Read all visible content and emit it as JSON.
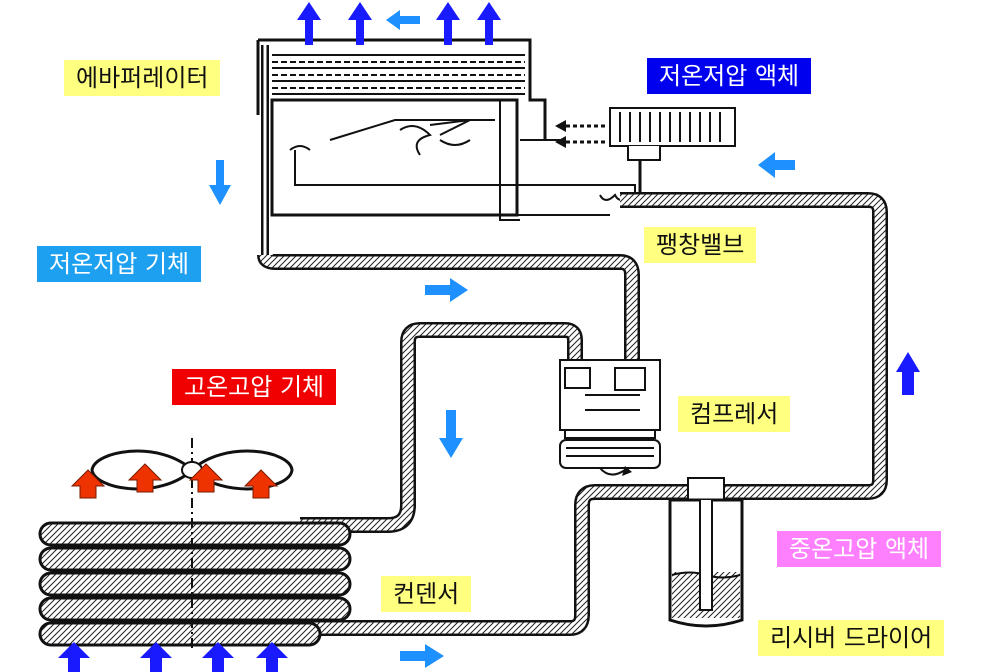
{
  "labels": {
    "evaporator": "에바퍼레이터",
    "low_temp_low_pressure_liquid": "저온저압 액체",
    "low_temp_low_pressure_gas": "저온저압 기체",
    "expansion_valve": "팽창밸브",
    "high_temp_high_pressure_gas": "고온고압 기체",
    "compressor": "컴프레서",
    "mid_temp_high_pressure_liquid": "중온고압 액체",
    "condenser": "컨덴서",
    "receiver_dryer": "리시버 드라이어"
  },
  "colors": {
    "yellow_label": "#ffff80",
    "blue_label": "#0000ee",
    "light_blue_label": "#1ea0f0",
    "red_label": "#f00000",
    "magenta_label": "#ff80ff",
    "blue_arrow": "#1a1aff",
    "light_blue_arrow": "#1e90ff",
    "red_arrow": "#ee3300"
  }
}
